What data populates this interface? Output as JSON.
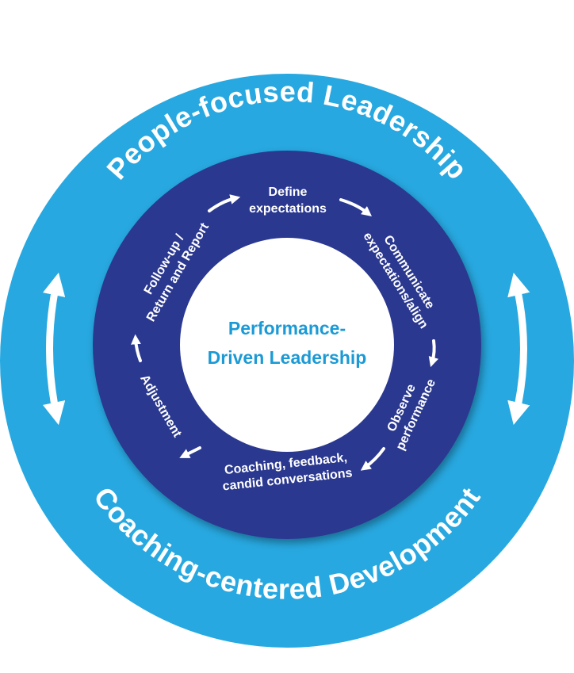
{
  "outer_ring": {
    "top_label": "People-focused Leadership",
    "bottom_label": "Coaching-centered Development"
  },
  "cycle": {
    "steps": [
      {
        "lines": [
          "Define",
          "expectations"
        ]
      },
      {
        "lines": [
          "Communicate",
          "expectations/align"
        ]
      },
      {
        "lines": [
          "Observe",
          "performance"
        ]
      },
      {
        "lines": [
          "Coaching, feedback,",
          "candid conversations"
        ]
      },
      {
        "lines": [
          "Adjustment"
        ]
      },
      {
        "lines": [
          "Follow-up /",
          "Return and Report"
        ]
      }
    ]
  },
  "center": {
    "line1": "Performance-",
    "line2": "Driven Leadership"
  },
  "colors": {
    "outer_ring": "#27a8e0",
    "inner_ring": "#2b3990",
    "center_fill": "#ffffff",
    "center_text": "#1b9ad6",
    "text_light": "#ffffff"
  }
}
